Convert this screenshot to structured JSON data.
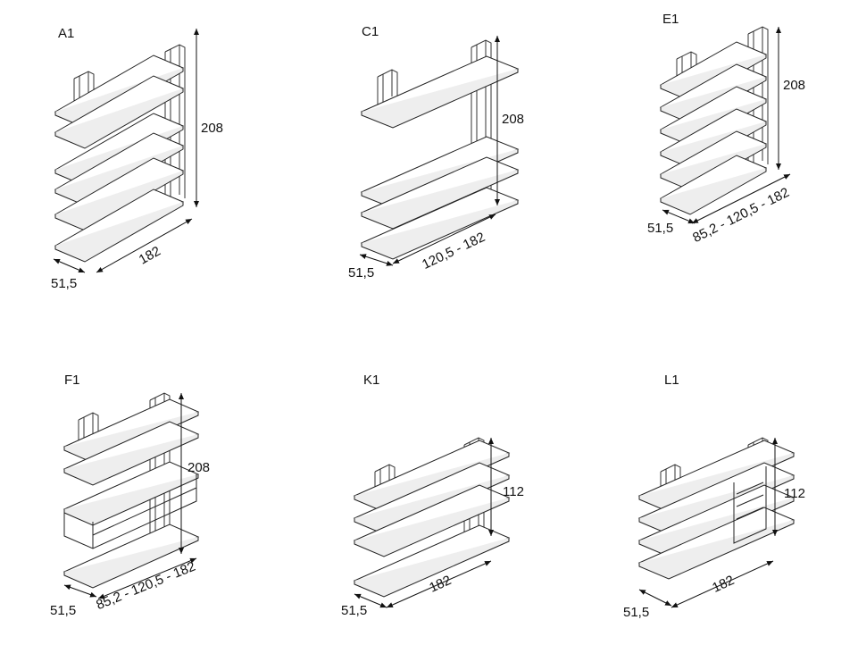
{
  "units": [
    {
      "code": "A1",
      "height": "208",
      "width": "182",
      "depth": "51,5"
    },
    {
      "code": "C1",
      "height": "208",
      "width": "120,5 - 182",
      "depth": "51,5"
    },
    {
      "code": "E1",
      "height": "208",
      "width": "85,2 - 120,5 - 182",
      "depth": "51,5"
    },
    {
      "code": "F1",
      "height": "208",
      "width": "85,2 - 120,5 - 182",
      "depth": "51,5"
    },
    {
      "code": "K1",
      "height": "112",
      "width": "182",
      "depth": "51,5"
    },
    {
      "code": "L1",
      "height": "112",
      "width": "182",
      "depth": "51,5"
    }
  ]
}
